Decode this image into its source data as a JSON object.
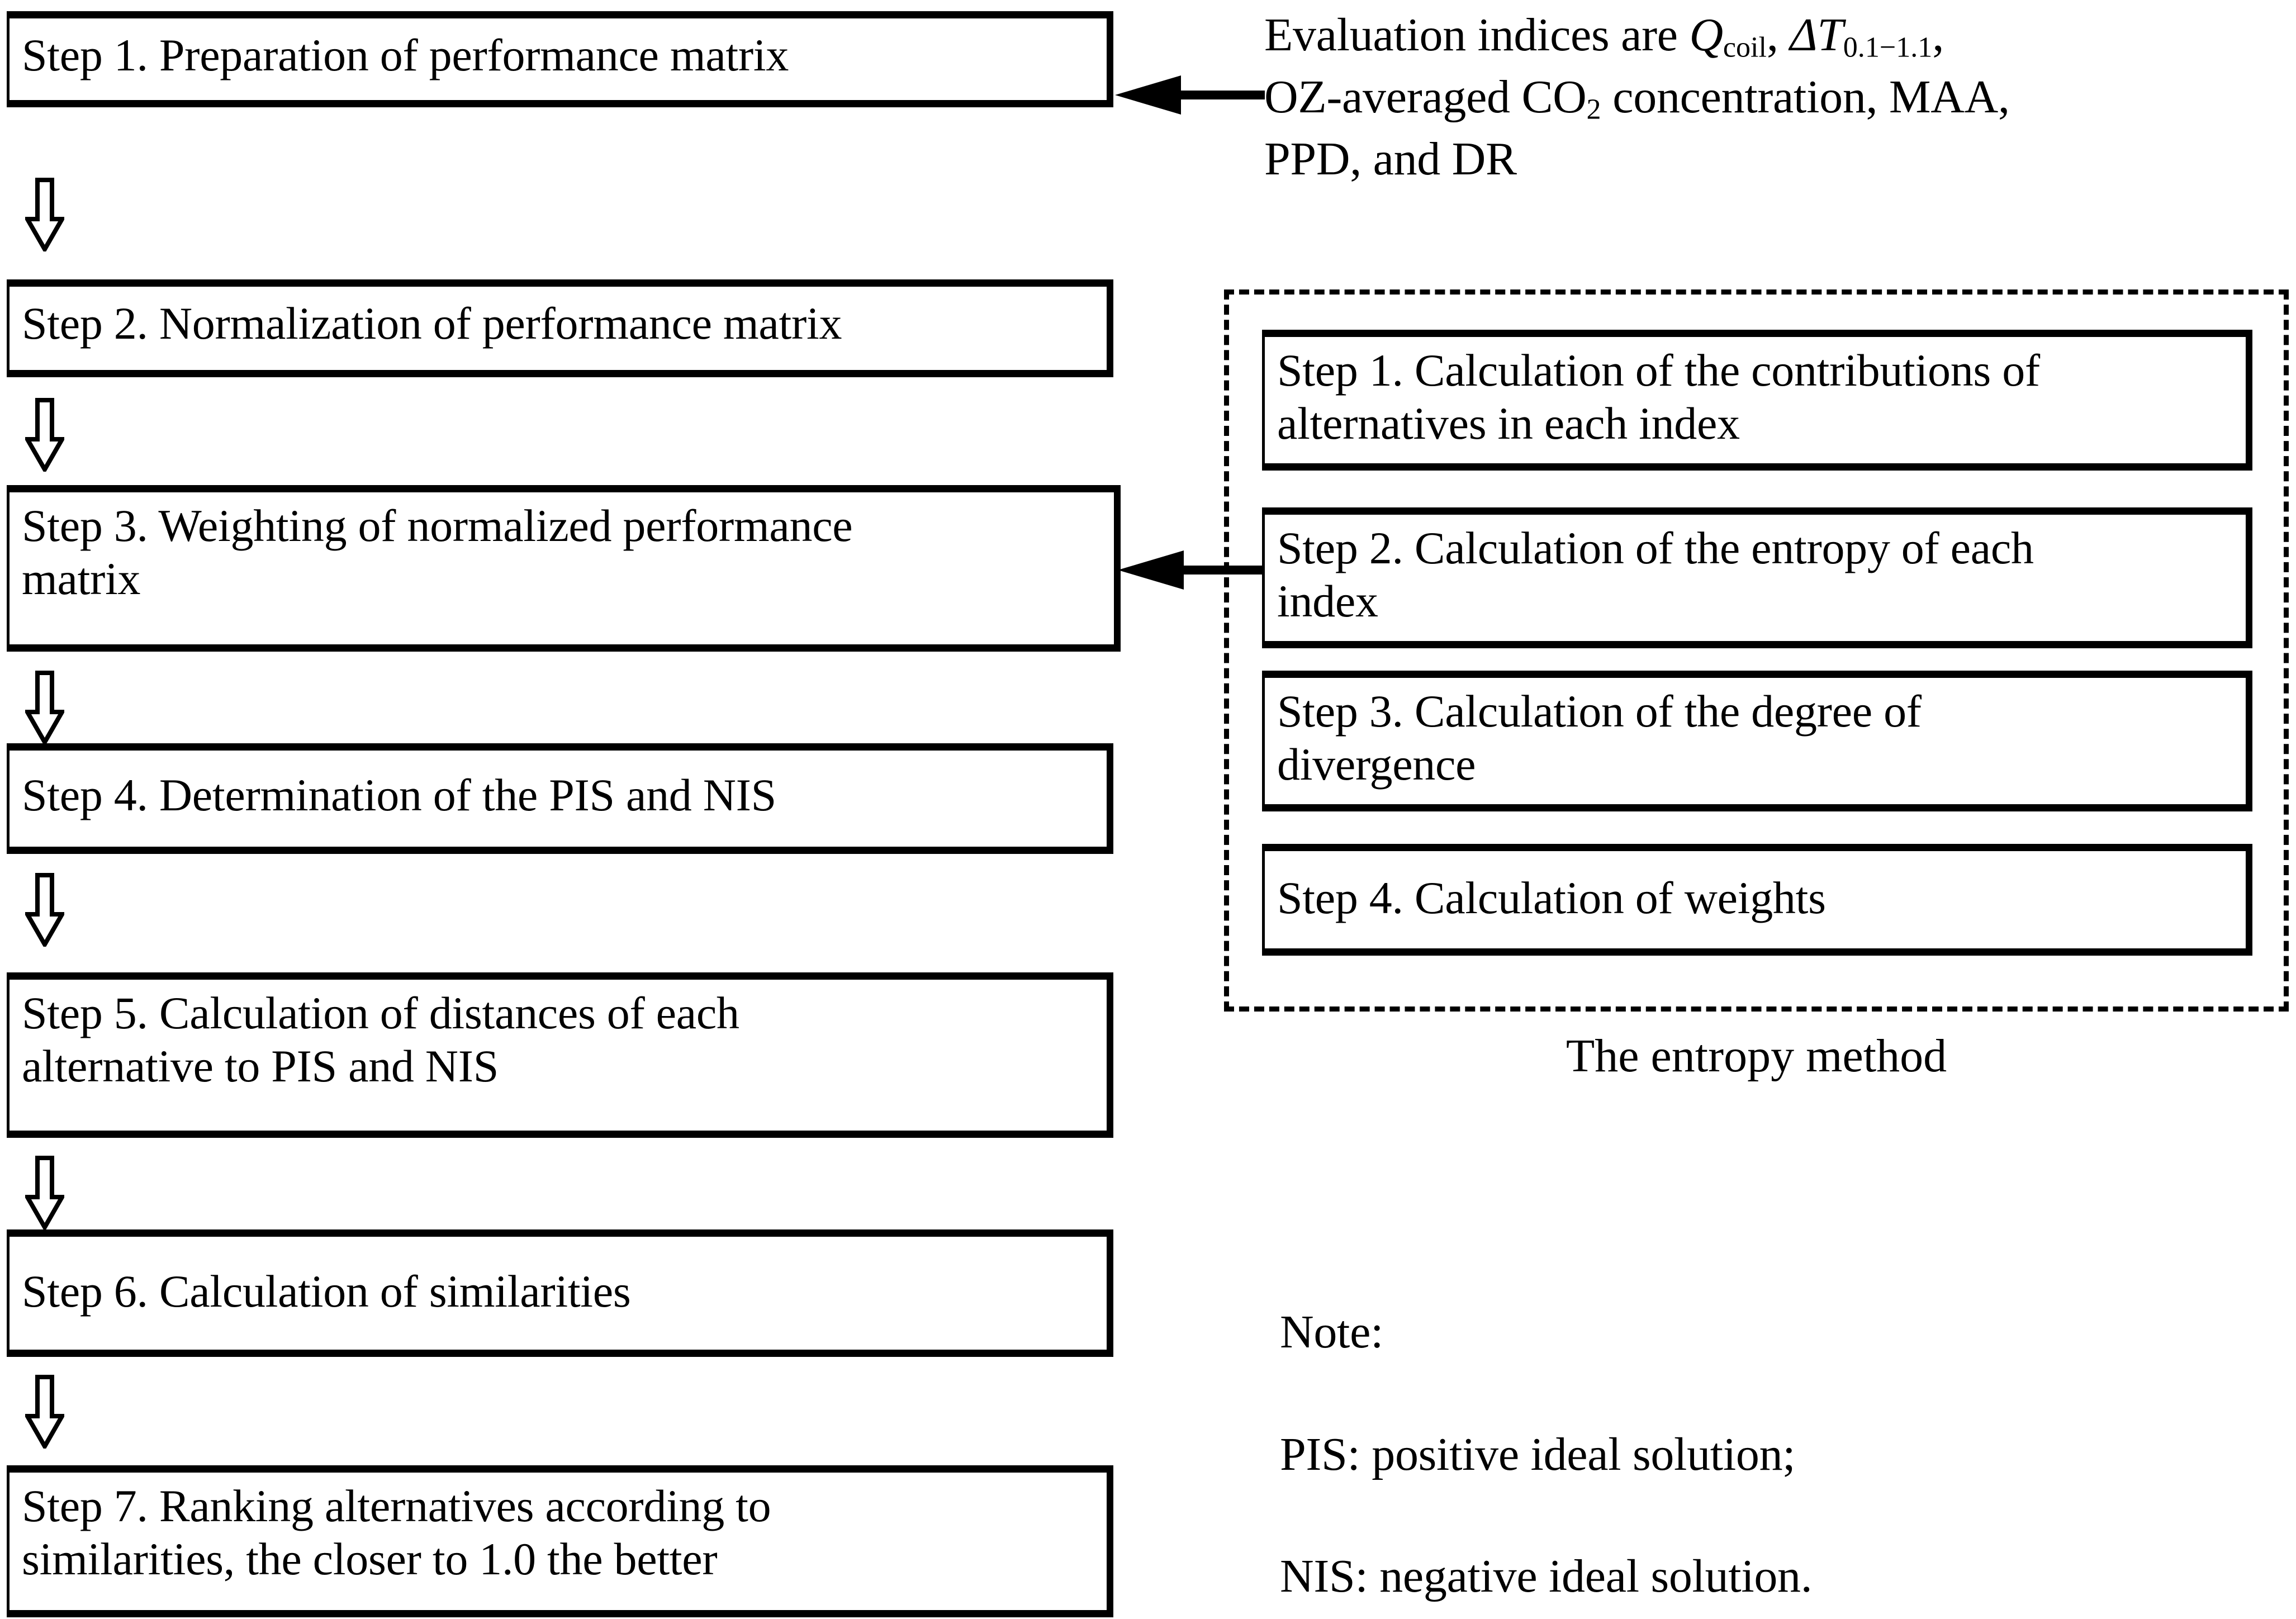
{
  "diagram": {
    "title": "TOPSIS evaluation procedure with entropy weighting",
    "colors": {
      "ink": "#000000",
      "paper": "#ffffff"
    }
  },
  "main_flow": {
    "steps": [
      {
        "id": "step-1",
        "label": "Step 1. Preparation of performance matrix"
      },
      {
        "id": "step-2",
        "label": "Step 2. Normalization of performance matrix"
      },
      {
        "id": "step-3",
        "label": "Step 3. Weighting of normalized performance\nmatrix"
      },
      {
        "id": "step-4",
        "label": "Step 4. Determination of the PIS and NIS"
      },
      {
        "id": "step-5",
        "label": "Step 5. Calculation of distances of each\nalternative to PIS and NIS"
      },
      {
        "id": "step-6",
        "label": "Step 6. Calculation of similarities"
      },
      {
        "id": "step-7",
        "label": "Step 7. Ranking alternatives according to\nsimilarities, the closer to 1.0 the better"
      }
    ]
  },
  "entropy_method": {
    "caption": "The entropy method",
    "steps": [
      {
        "id": "entropy-step-1",
        "label": "Step 1. Calculation of the contributions of\nalternatives in each index"
      },
      {
        "id": "entropy-step-2",
        "label": "Step 2. Calculation of the entropy of each\nindex"
      },
      {
        "id": "entropy-step-3",
        "label": "Step 3. Calculation of the degree of\ndivergence"
      },
      {
        "id": "entropy-step-4",
        "label": "Step 4. Calculation of weights"
      }
    ]
  },
  "annotations": {
    "evaluation_indices": {
      "lead": "Evaluation indices are ",
      "q_symbol": "Q",
      "q_sub": "coil",
      "after_q": ", ",
      "delta_t_symbol": "ΔT",
      "delta_t_sub": "0.1−1.1",
      "after_delta": ",",
      "line2_a": "OZ-averaged CO",
      "line2_sub": "2",
      "line2_b": " concentration, MAA,",
      "line3": "PPD, and DR",
      "plain_text": "Evaluation indices are Qcoil, ΔT0.1−1.1, OZ-averaged CO2 concentration, MAA, PPD, and DR"
    },
    "note": {
      "heading": "Note:",
      "lines": [
        "PIS: positive ideal solution;",
        "NIS: negative ideal solution."
      ]
    }
  },
  "connectors": {
    "down_arrow_icon": "down-block-arrow",
    "left_arrow_icon": "left-solid-arrow",
    "to_step1": "evaluation indices feed Step 1",
    "to_step3": "entropy method weights feed Step 3"
  }
}
